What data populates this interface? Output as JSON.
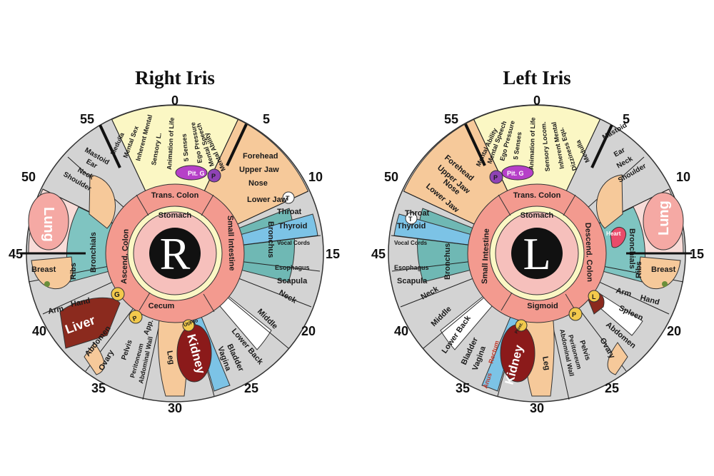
{
  "right_iris": {
    "title": "Right Iris",
    "letter": "R",
    "degrees": [
      "0",
      "5",
      "10",
      "15",
      "20",
      "25",
      "30",
      "35",
      "40",
      "45",
      "50",
      "55"
    ],
    "inner": {
      "stomach": "Stomach",
      "trans_colon": "Trans. Colon",
      "ascend_colon": "Ascend. Colon",
      "small_intestine": "Small Intestine",
      "cecum": "Cecum"
    },
    "top_labels": [
      "Medulla",
      "Mental Sex",
      "Inherent Mental",
      "Sensory L.",
      "Animation of Life",
      "5 Senses",
      "Ego Pressure",
      "Mental Speech",
      "Mental Ability"
    ],
    "labels": {
      "pit_g": "Pit. G",
      "p": "P",
      "forehead": "Forehead",
      "upper_jaw": "Upper Jaw",
      "nose": "Nose",
      "lower_jaw": "Lower Jaw",
      "t": "T",
      "throat": "Throat",
      "thyroid": "Thyroid",
      "bronchus": "Bronchus",
      "vocal_cords": "Vocal Cords",
      "esophagus": "Esophagus",
      "scapula": "Scapula",
      "neck": "Neck",
      "middle": "Middle",
      "lower_back": "Lower Back",
      "bladder": "Bladder",
      "vagina": "Vagina",
      "ut_pro": "Ut/Pro",
      "kidney": "Kidney",
      "leg": "Leg",
      "abdominal_wall": "Abdominal Wall",
      "peritoneum": "Peritoneum",
      "pelvis": "Pelvis",
      "ovary": "Ovary",
      "abdomen": "Abdomen",
      "liver": "Liver",
      "g": "G",
      "app": "App.",
      "arm": "Arm",
      "hand": "Hand",
      "ribs": "Ribs",
      "breast": "Breast",
      "lung": "Lung",
      "bronchials": "Bronchials",
      "mastoid": "Mastoid",
      "ear": "Ear",
      "neck2": "Neck",
      "shoulder": "Shoulder"
    }
  },
  "left_iris": {
    "title": "Left Iris",
    "letter": "L",
    "degrees": [
      "0",
      "5",
      "10",
      "15",
      "20",
      "25",
      "30",
      "35",
      "40",
      "45",
      "50",
      "55"
    ],
    "inner": {
      "stomach": "Stomach",
      "trans_colon": "Trans. Colon",
      "descend_colon": "Descend. Colon",
      "small_intestine": "Small Intestine",
      "sigmoid": "Sigmoid"
    },
    "top_labels": [
      "Mental Ability",
      "Mental Speech",
      "Ego Pressure",
      "5 Senses",
      "Animation of Life",
      "Sensory Locom.",
      "Inherent Mental",
      "Dizziness Equ.",
      "Medulla"
    ],
    "labels": {
      "pit_g": "Pit. G",
      "p": "P",
      "forehead": "Forehead",
      "upper_jaw": "Upper Jaw",
      "nose": "Nose",
      "lower_jaw": "Lower Jaw",
      "t": "T",
      "throat": "Throat",
      "thyroid": "Thyroid",
      "bronchus": "Bronchus",
      "vocal_cords": "Vocal Cords",
      "esophagus": "Esophagus",
      "scapula": "Scapula",
      "neck": "Neck",
      "middle": "Middle",
      "lower_back": "Lower Back",
      "bladder": "Bladder",
      "vagina": "Vagina",
      "anus": "Anus",
      "rectum": "Rectum",
      "prostate": "Prost.",
      "kidney": "Kidney",
      "leg": "Leg",
      "abdominal_wall": "Abdominal Wall",
      "peritoneum": "Peritoneum",
      "pelvis": "Pelvis",
      "ovary": "Ovary",
      "abdomen": "Abdomen",
      "spleen": "Spleen",
      "arm": "Arm",
      "hand": "Hand",
      "l": "L",
      "heart": "Heart",
      "bronchials": "Bronchials",
      "ribs": "Ribs",
      "breast": "Breast",
      "lung": "Lung",
      "mastoid": "Mastoid",
      "ear": "Ear",
      "neck2": "Neck",
      "shoulder": "Shoulder"
    }
  }
}
